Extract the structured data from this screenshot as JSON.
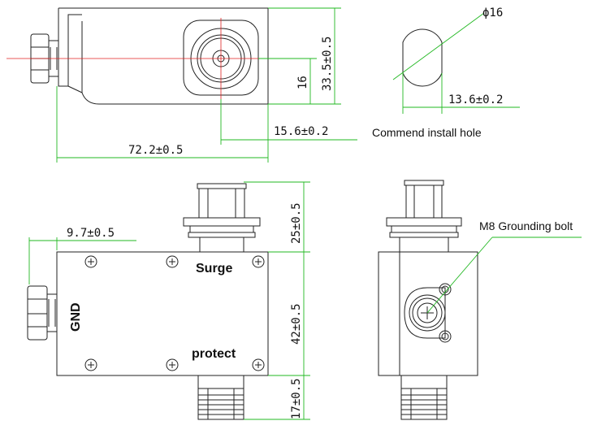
{
  "dimensions": {
    "height_side": "33.5±0.5",
    "connector_height": "16",
    "center_offset": "15.6±0.2",
    "overall_length": "72.2±0.5",
    "hole_diameter": "ϕ16",
    "hole_flat": "13.6±0.2",
    "gnd_offset": "9.7±0.5",
    "top_connector": "25±0.5",
    "body_height": "42±0.5",
    "bottom_connector": "17±0.5"
  },
  "labels": {
    "install_hole": "Commend install hole",
    "grounding_bolt": "M8 Grounding bolt",
    "gnd": "GND",
    "surge": "Surge",
    "protect": "protect"
  },
  "colors": {
    "outline": "#222222",
    "dimension": "#22b822",
    "centerline": "#e02020"
  }
}
